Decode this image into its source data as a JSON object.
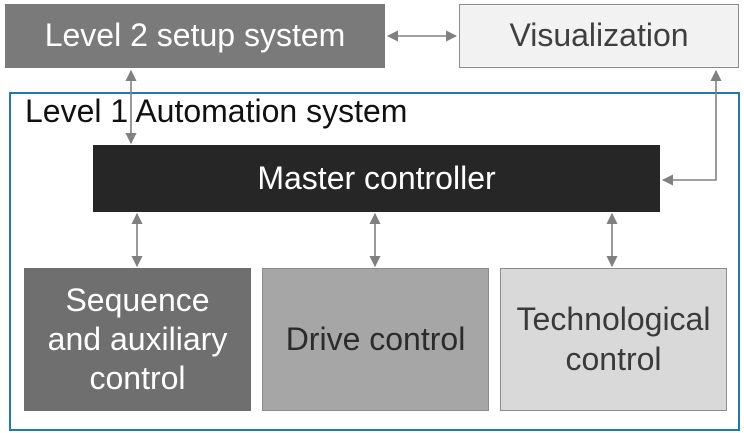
{
  "level2": {
    "label": "Level 2 setup system"
  },
  "visualization": {
    "label": "Visualization"
  },
  "automation": {
    "title": "Level 1 Automation system"
  },
  "master": {
    "label": "Master controller"
  },
  "sequence": {
    "line1": "Sequence",
    "line2": "and auxiliary",
    "line3": "control"
  },
  "drive": {
    "label": "Drive control"
  },
  "technological": {
    "line1": "Technological",
    "line2": "control"
  },
  "colors": {
    "frame": "#1f7aa8",
    "arrow": "#808080",
    "master_fill": "#262626",
    "level2_fill": "#7a7a7a"
  }
}
